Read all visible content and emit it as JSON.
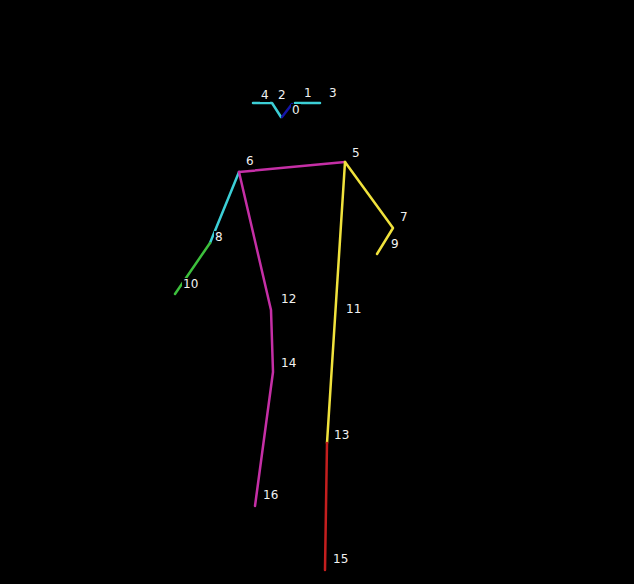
{
  "diagram": {
    "labels": [
      "4",
      "2",
      "1",
      "3",
      "0",
      "6",
      "5",
      "7",
      "8",
      "9",
      "10",
      "12",
      "11",
      "14",
      "13",
      "16",
      "15"
    ]
  }
}
